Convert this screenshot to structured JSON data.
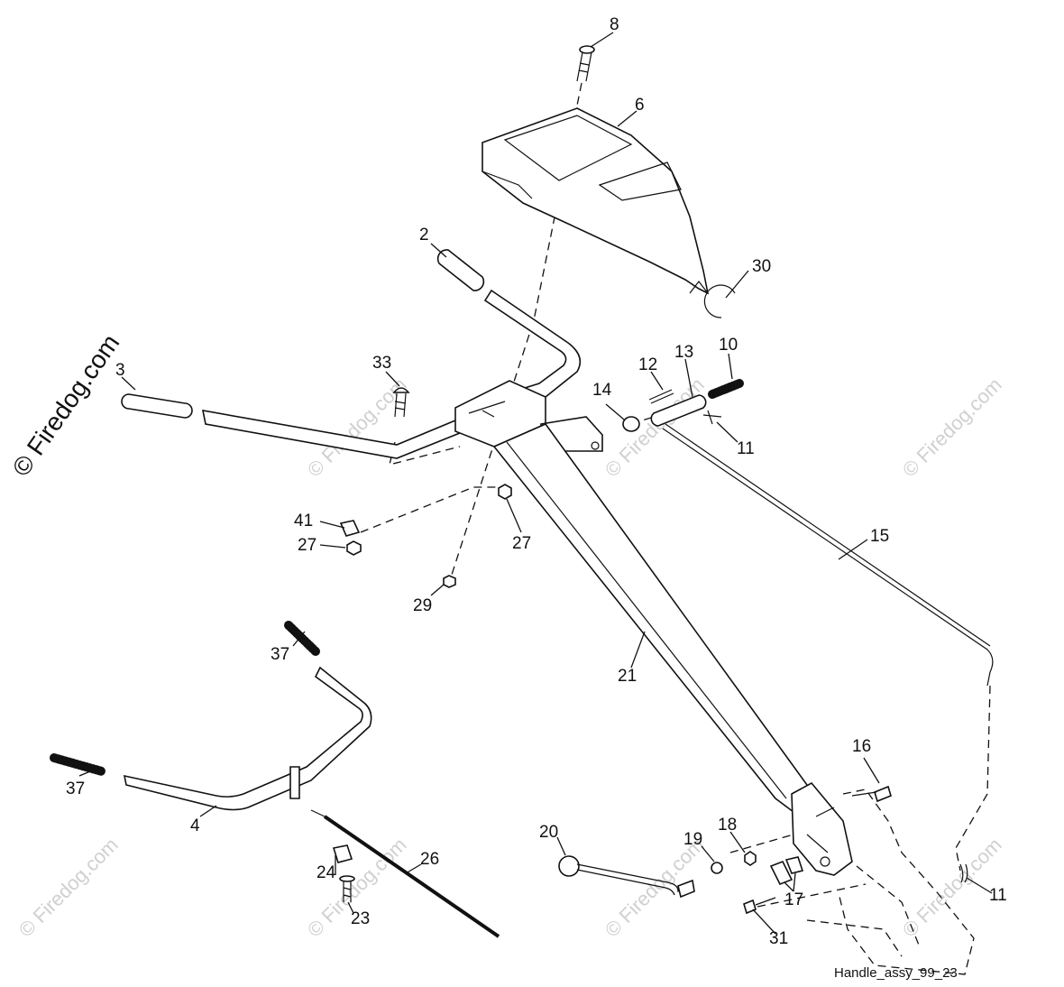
{
  "diagram": {
    "caption": "Handle_assy_99_23",
    "watermark": "© Firedog.com",
    "parts": [
      {
        "id": "p8",
        "label": "8"
      },
      {
        "id": "p6",
        "label": "6"
      },
      {
        "id": "p2",
        "label": "2"
      },
      {
        "id": "p30",
        "label": "30"
      },
      {
        "id": "p3",
        "label": "3"
      },
      {
        "id": "p33",
        "label": "33"
      },
      {
        "id": "p12",
        "label": "12"
      },
      {
        "id": "p13",
        "label": "13"
      },
      {
        "id": "p10",
        "label": "10"
      },
      {
        "id": "p14",
        "label": "14"
      },
      {
        "id": "p11a",
        "label": "11"
      },
      {
        "id": "p41",
        "label": "41"
      },
      {
        "id": "p27a",
        "label": "27"
      },
      {
        "id": "p27b",
        "label": "27"
      },
      {
        "id": "p15",
        "label": "15"
      },
      {
        "id": "p29",
        "label": "29"
      },
      {
        "id": "p37a",
        "label": "37"
      },
      {
        "id": "p21",
        "label": "21"
      },
      {
        "id": "p16",
        "label": "16"
      },
      {
        "id": "p37b",
        "label": "37"
      },
      {
        "id": "p4",
        "label": "4"
      },
      {
        "id": "p26",
        "label": "26"
      },
      {
        "id": "p20",
        "label": "20"
      },
      {
        "id": "p19",
        "label": "19"
      },
      {
        "id": "p18",
        "label": "18"
      },
      {
        "id": "p24",
        "label": "24"
      },
      {
        "id": "p17",
        "label": "17"
      },
      {
        "id": "p11b",
        "label": "11"
      },
      {
        "id": "p23",
        "label": "23"
      },
      {
        "id": "p31",
        "label": "31"
      }
    ]
  }
}
